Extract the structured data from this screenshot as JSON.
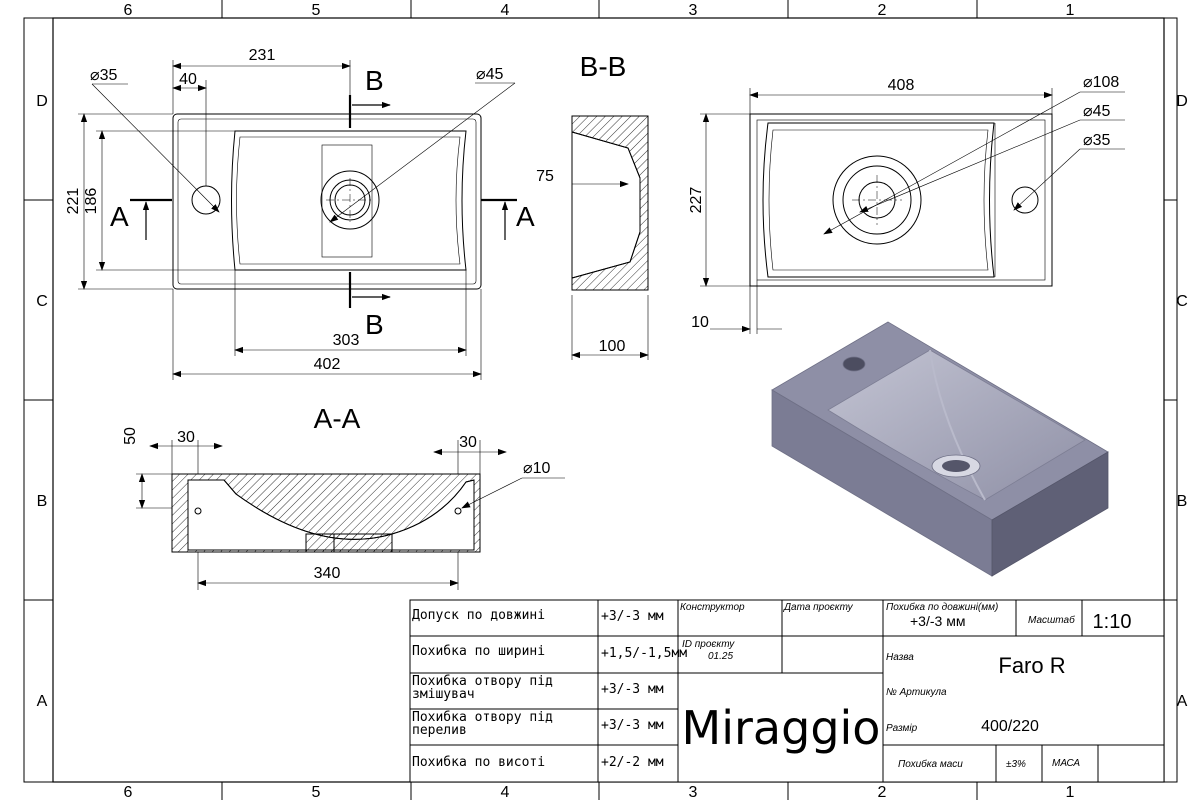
{
  "drawing": {
    "grid": {
      "columns": [
        "6",
        "5",
        "4",
        "3",
        "2",
        "1"
      ],
      "rows": [
        "D",
        "C",
        "B",
        "A"
      ]
    },
    "views": {
      "section_bb": "B-B",
      "section_aa": "A-A",
      "cut_a_left": "A",
      "cut_a_right": "A",
      "cut_b_top": "B",
      "cut_b_bottom": "B"
    },
    "dimensions": {
      "top_width_231": "231",
      "top_hole_dia_35": "⌀35",
      "top_offset_40": "40",
      "top_drain_dia_45": "⌀45",
      "top_height_221": "221",
      "top_height_186": "186",
      "top_basin_303": "303",
      "top_total_402": "402",
      "bb_depth_75": "75",
      "bb_height_100": "100",
      "bottom_width_408": "408",
      "bottom_height_227": "227",
      "bottom_offset_10": "10",
      "bottom_dia_108": "⌀108",
      "bottom_dia_45": "⌀45",
      "bottom_dia_35": "⌀35",
      "aa_height_50": "50",
      "aa_left_30": "30",
      "aa_right_30": "30",
      "aa_dia_10": "⌀10",
      "aa_width_340": "340"
    }
  },
  "title_block": {
    "tolerances": [
      {
        "label": "Допуск по довжині",
        "value": "+3/-3 мм"
      },
      {
        "label": "Похибка по ширині",
        "value": "+1,5/-1,5мм"
      },
      {
        "label": "Похибка отвору під змішувач",
        "value": "+3/-3 мм"
      },
      {
        "label": "Похибка отвору під перелив",
        "value": "+3/-3 мм"
      },
      {
        "label": "Похибка по висоті",
        "value": "+2/-2 мм"
      }
    ],
    "designer_label": "Конструктор",
    "project_date_label": "Дата проєкту",
    "project_id_label": "ID проєкту",
    "project_id_value": "01.25",
    "brand": "Miraggio",
    "length_tol_label": "Похибка по довжині(мм)",
    "length_tol_value": "+3/-3 мм",
    "scale_label": "Масштаб",
    "scale_value": "1:10",
    "name_label": "Назва",
    "name_value": "Faro R",
    "article_label": "№ Артикула",
    "size_label": "Размір",
    "size_value": "400/220",
    "mass_tol_label": "Похибка маси",
    "mass_tol_value": "±3%",
    "mass_label": "МАСА"
  },
  "colors": {
    "line": "#000000",
    "render_top": "#8e8fa6",
    "render_front": "#767790",
    "render_side": "#5d5e74",
    "render_basin": "#a9aabd"
  }
}
